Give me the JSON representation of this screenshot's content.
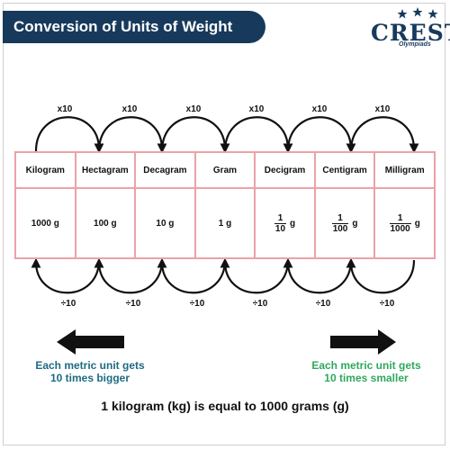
{
  "header": {
    "title": "Conversion of Units of Weight"
  },
  "logo": {
    "text": "CREST",
    "subtext": "Olympiads"
  },
  "top_arrows": {
    "labels": [
      "x10",
      "x10",
      "x10",
      "x10",
      "x10",
      "x10"
    ]
  },
  "bottom_arrows": {
    "labels": [
      "÷10",
      "÷10",
      "÷10",
      "÷10",
      "÷10",
      "÷10"
    ]
  },
  "units": [
    {
      "name": "Kilogram",
      "value": "1000 g"
    },
    {
      "name": "Hectagram",
      "value": "100 g"
    },
    {
      "name": "Decagram",
      "value": "10 g"
    },
    {
      "name": "Gram",
      "value": "1 g"
    },
    {
      "name": "Decigram",
      "numerator": "1",
      "denominator": "10",
      "unit": "g"
    },
    {
      "name": "Centigram",
      "numerator": "1",
      "denominator": "100",
      "unit": "g"
    },
    {
      "name": "Milligram",
      "numerator": "1",
      "denominator": "1000",
      "unit": "g"
    }
  ],
  "captions": {
    "left_line1": "Each metric unit gets",
    "left_line2": "10 times bigger",
    "right_line1": "Each metric unit gets",
    "right_line2": "10 times smaller"
  },
  "footer": {
    "statement": "1 kilogram (kg) is equal to 1000 grams (g)"
  },
  "colors": {
    "title_bar": "#173a5c",
    "table_border": "#eaa2a8",
    "caption_left": "#1e6b82",
    "caption_right": "#2fa85c"
  }
}
